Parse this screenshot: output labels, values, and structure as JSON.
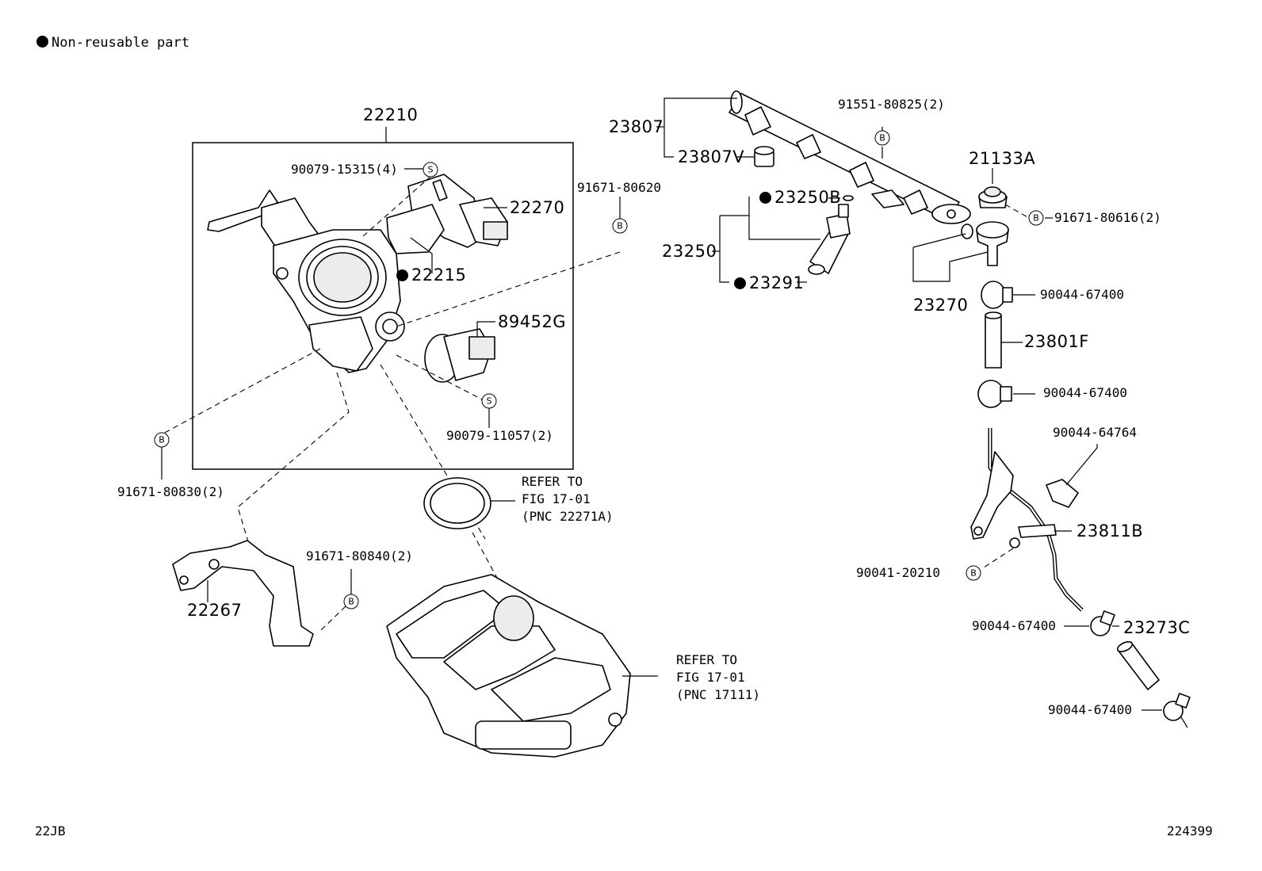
{
  "legend": {
    "non_reusable_label": "Non-reusable part"
  },
  "footer": {
    "left_code": "22JB",
    "right_code": "224399"
  },
  "labels": {
    "p22210": "22210",
    "p90079_15315": "90079-15315(4)",
    "p22270": "22270",
    "p22215": "22215",
    "p91671_80620": "91671-80620",
    "p89452G": "89452G",
    "p90079_11057": "90079-11057(2)",
    "p91671_80830": "91671-80830(2)",
    "p22267": "22267",
    "p91671_80840": "91671-80840(2)",
    "refer_gasket": "REFER TO\nFIG 17-01\n(PNC 22271A)",
    "refer_manifold": "REFER TO\nFIG 17-01\n(PNC 17111)",
    "p23807": "23807",
    "p23807V": "23807V",
    "p91551_80825": "91551-80825(2)",
    "p21133A": "21133A",
    "p23250B": "23250B",
    "p23250": "23250",
    "p23291": "23291",
    "p91671_80616": "91671-80616(2)",
    "p23270": "23270",
    "p90044_67400_a": "90044-67400",
    "p23801F": "23801F",
    "p90044_67400_b": "90044-67400",
    "p90044_64764": "90044-64764",
    "p23811B": "23811B",
    "p90041_20210": "90041-20210",
    "p90044_67400_c": "90044-67400",
    "p23273C": "23273C",
    "p90044_67400_d": "90044-67400"
  },
  "badges": {
    "bolt": "B",
    "screw": "S"
  },
  "icons": {
    "non_reusable": "filled-circle-icon",
    "bolt_badge": "circled-b-icon",
    "screw_badge": "circled-s-icon"
  }
}
